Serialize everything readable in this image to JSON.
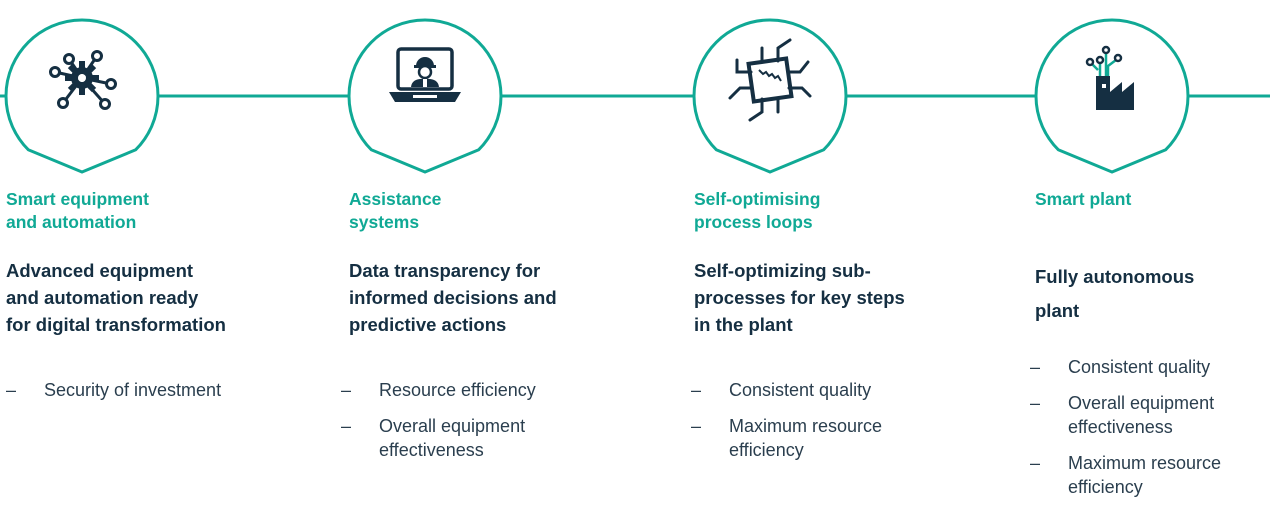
{
  "colors": {
    "teal": "#10a995",
    "navy": "#152f42",
    "text": "#2a3e4e"
  },
  "stages": [
    {
      "icon": "network-gear-icon",
      "title": [
        "Smart equipment",
        "and automation"
      ],
      "heading": [
        "Advanced equipment",
        "and automation ready",
        "for digital transformation"
      ],
      "bullets": [
        [
          "Security of investment"
        ]
      ]
    },
    {
      "icon": "laptop-engineer-icon",
      "title": [
        "Assistance",
        "systems"
      ],
      "heading": [
        "Data transparency for",
        "informed decisions and",
        "predictive actions"
      ],
      "bullets": [
        [
          "Resource efficiency"
        ],
        [
          "Overall equipment",
          "effectiveness"
        ]
      ]
    },
    {
      "icon": "processor-chip-icon",
      "title": [
        "Self-optimising",
        "process loops"
      ],
      "heading": [
        "Self-optimizing sub-",
        "processes for key steps",
        "in the plant"
      ],
      "bullets": [
        [
          "Consistent quality"
        ],
        [
          "Maximum resource",
          "efficiency"
        ]
      ]
    },
    {
      "icon": "smart-factory-icon",
      "title": [
        "Smart plant"
      ],
      "heading": [
        "Fully autonomous",
        "plant"
      ],
      "bullets": [
        [
          "Consistent quality"
        ],
        [
          "Overall equipment",
          "effectiveness"
        ],
        [
          "Maximum resource",
          "efficiency"
        ]
      ]
    }
  ]
}
